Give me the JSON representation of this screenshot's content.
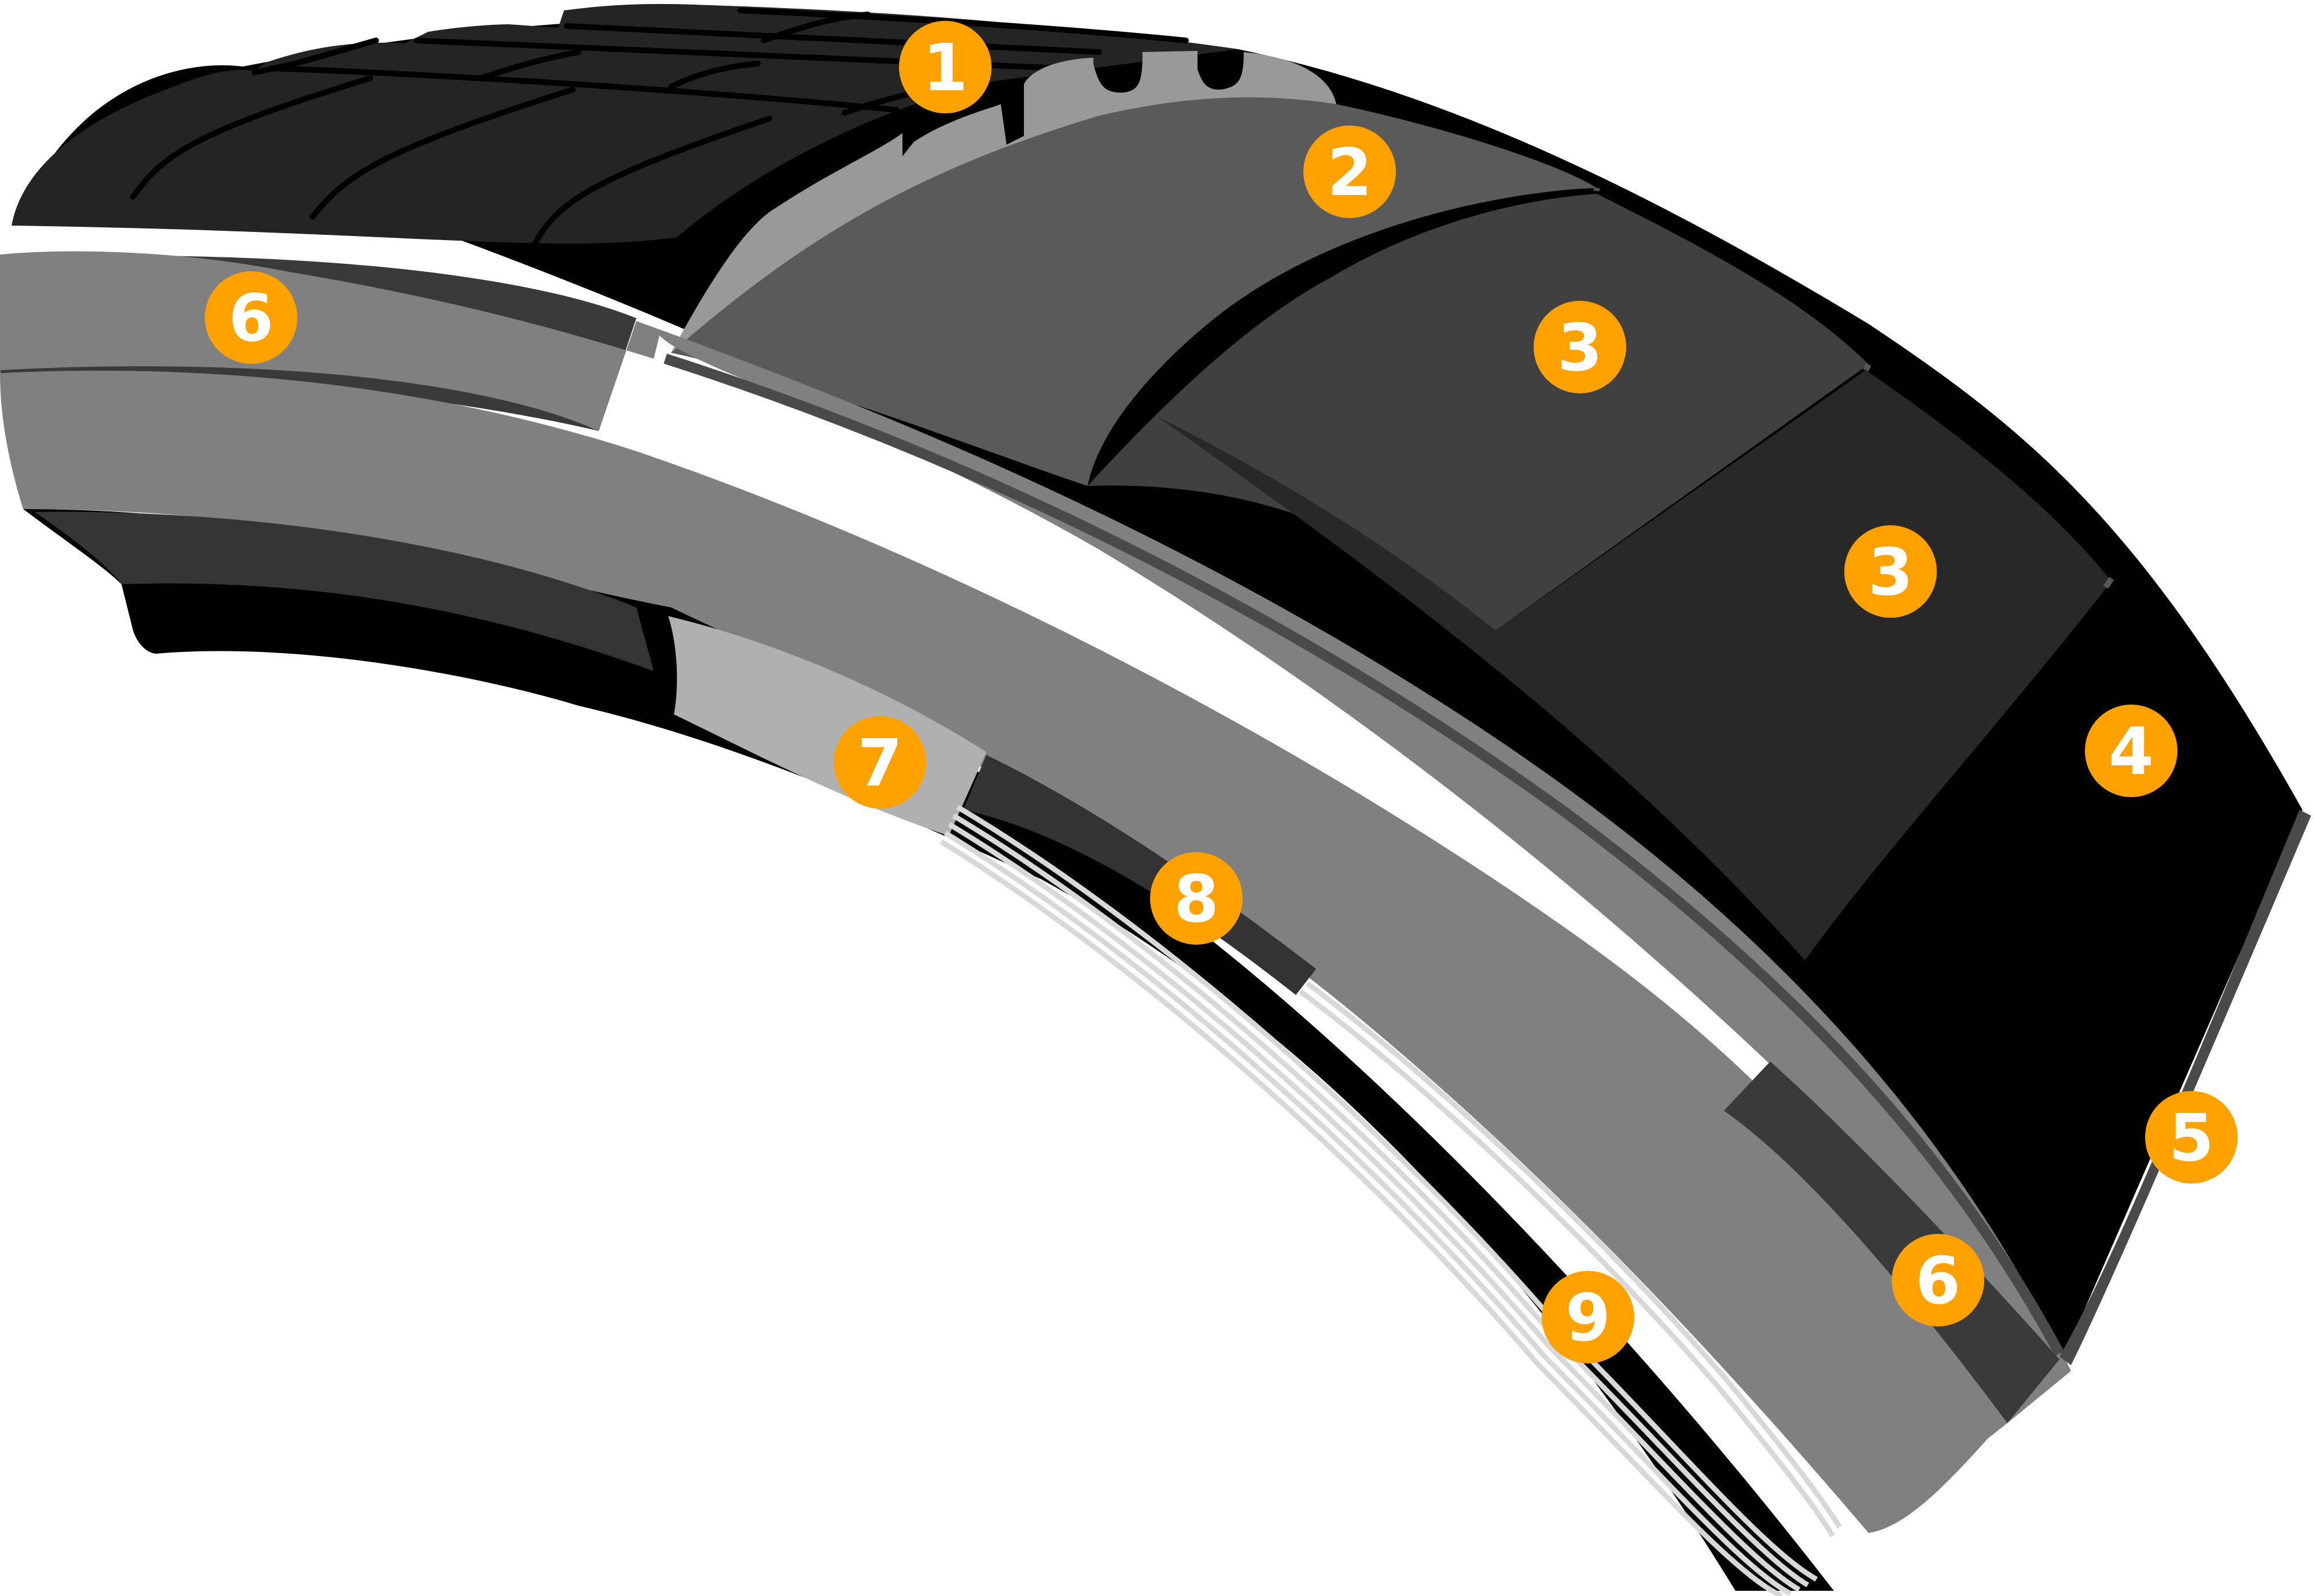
{
  "colors": {
    "badge": "#FFA200",
    "badge_text": "#FFFFFF",
    "tread_black": "#202020",
    "groove_black": "#000000",
    "cap_gray": "#999999",
    "undertread_gray": "#5A5A5A",
    "belt_one": "#404040",
    "belt_two": "#282828",
    "casing_gray": "#808080",
    "bead_light": "#B0B0B0",
    "chafer_dark": "#333333",
    "cord_line": "#D8D8D8",
    "edge_gray": "#4A4A4A"
  },
  "callouts": [
    {
      "label": "1"
    },
    {
      "label": "2"
    },
    {
      "label": "3"
    },
    {
      "label": "3"
    },
    {
      "label": "4"
    },
    {
      "label": "5"
    },
    {
      "label": "6"
    },
    {
      "label": "6"
    },
    {
      "label": "7"
    },
    {
      "label": "8"
    },
    {
      "label": "9"
    }
  ]
}
